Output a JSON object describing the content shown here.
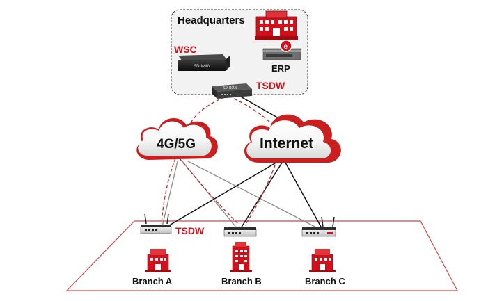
{
  "headquarters": {
    "title": "Headquarters",
    "wsc_label": "WSC",
    "erp_label": "ERP",
    "router_label": "TSDW",
    "sdwan_text": "SD-WAN"
  },
  "clouds": {
    "cellular": "4G/5G",
    "internet": "Internet"
  },
  "branches": {
    "device_label": "TSDW",
    "a": "Branch A",
    "b": "Branch B",
    "c": "Branch C"
  },
  "colors": {
    "accent_red": "#d0101a",
    "dashed_link": "#c4262e",
    "solid_link": "#111111",
    "gray_link": "#8a8a8a",
    "floor_stroke": "#d64545"
  }
}
